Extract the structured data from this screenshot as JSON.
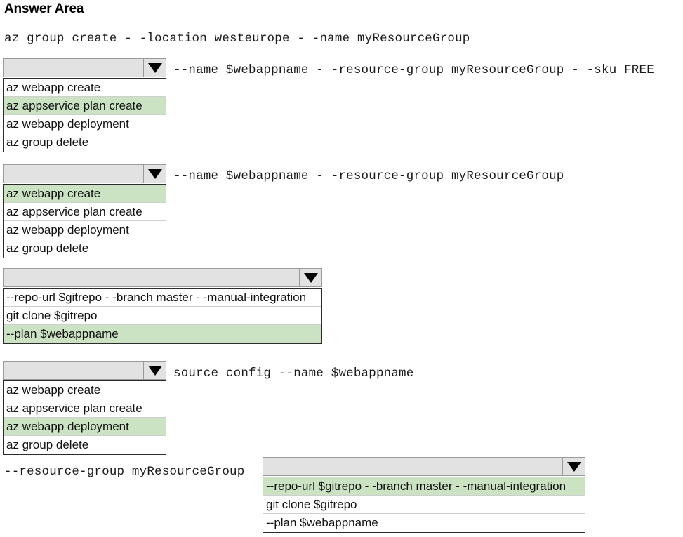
{
  "page": {
    "title": "Answer Area"
  },
  "icons": {
    "dropdown_arrow": "chevron-down-icon"
  },
  "colors": {
    "selected_option_bg": "#cbe3c3",
    "combo_bg": "#e2e2e2",
    "combo_border": "#9a9a9a",
    "list_border": "#2b2b2b",
    "page_bg": "#ffffff",
    "text": "#000000"
  },
  "lines": [
    {
      "id": "line-1",
      "command_prefix": "az group create - -location westeurope - -name myResourceGroup"
    },
    {
      "id": "line-2",
      "dropdown": {
        "name": "command-dropdown-1",
        "value": "",
        "options": [
          "az webapp create",
          "az appservice plan create",
          "az webapp deployment",
          "az group delete"
        ],
        "selected_index": 1
      },
      "command_suffix": "--name $webappname - -resource-group myResourceGroup - -sku FREE"
    },
    {
      "id": "line-3",
      "dropdown": {
        "name": "command-dropdown-2",
        "value": "",
        "options": [
          "az webapp create",
          "az appservice plan create",
          "az webapp deployment",
          "az group delete"
        ],
        "selected_index": 0
      },
      "command_suffix": "--name $webappname - -resource-group myResourceGroup"
    },
    {
      "id": "line-4",
      "dropdown": {
        "name": "command-dropdown-3",
        "value": "",
        "options": [
          "--repo-url $gitrepo - -branch master - -manual-integration",
          "git clone $gitrepo",
          "--plan $webappname"
        ],
        "selected_index": 2
      },
      "command_suffix": ""
    },
    {
      "id": "line-5",
      "dropdown": {
        "name": "command-dropdown-4",
        "value": "",
        "options": [
          "az webapp create",
          "az appservice plan create",
          "az webapp deployment",
          "az group delete"
        ],
        "selected_index": 2
      },
      "command_suffix": "source config --name $webappname"
    },
    {
      "id": "line-6",
      "command_prefix": "--resource-group myResourceGroup",
      "dropdown": {
        "name": "command-dropdown-5",
        "value": "",
        "options": [
          "--repo-url $gitrepo - -branch master - -manual-integration",
          "git clone $gitrepo",
          "--plan $webappname"
        ],
        "selected_index": 0
      }
    }
  ]
}
